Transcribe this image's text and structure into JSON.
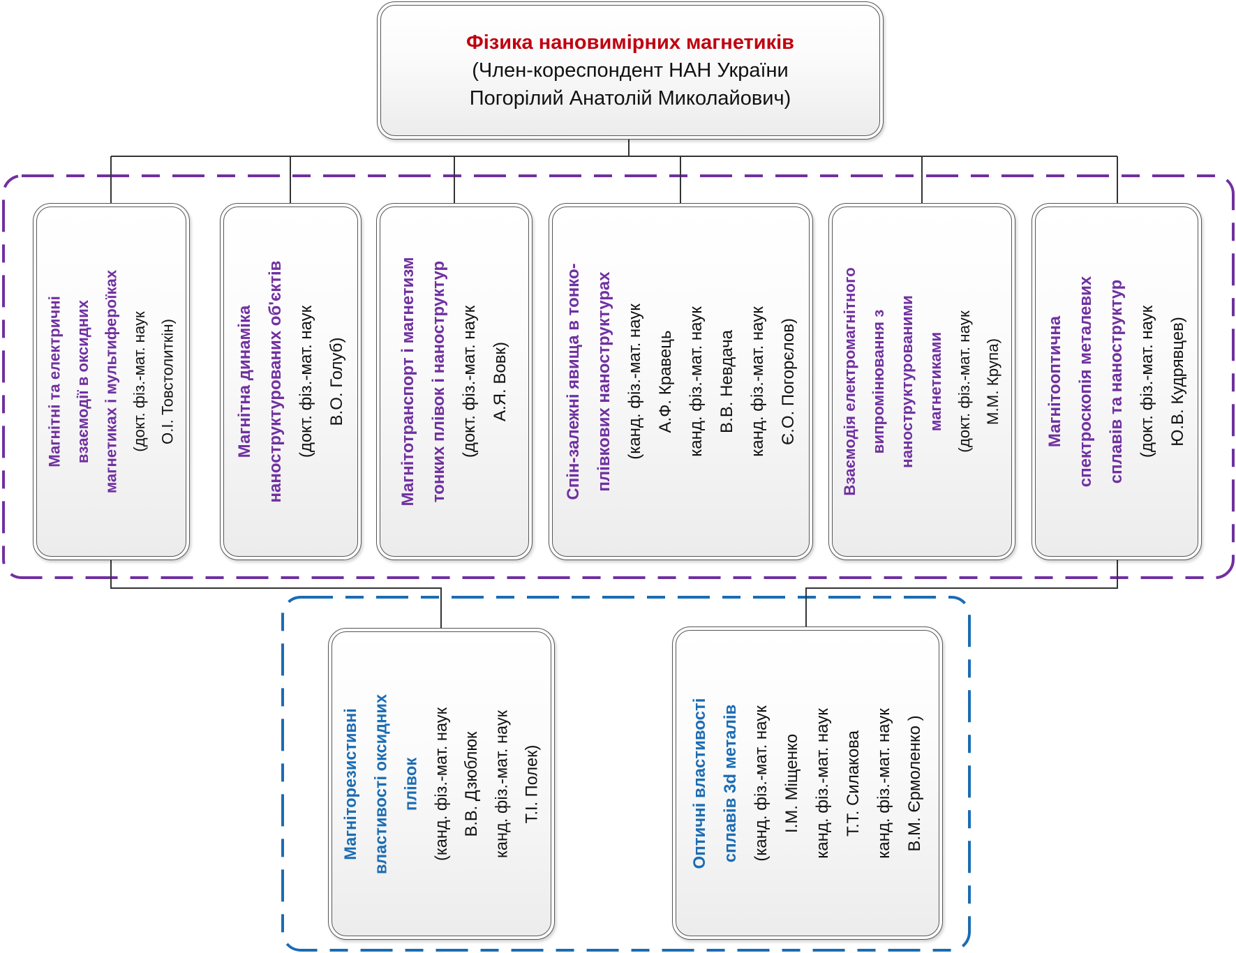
{
  "colors": {
    "root_title": "#C00010",
    "group_top_border": "#7030A0",
    "group_top_title": "#7030A0",
    "group_bottom_border": "#1B6CB3",
    "group_bottom_title": "#1B6CB3",
    "connector": "#333333"
  },
  "root": {
    "title": "Фізика нановимірних магнетиків",
    "line1": "(Член-кореспондент НАН України",
    "line2": "Погорілий Анатолій Миколайович)"
  },
  "top_group": [
    {
      "title_lines": [
        "Магнітні та електричні",
        "взаємодії в оксидних",
        "магнетиках і мультифероїках"
      ],
      "detail_lines": [
        "(докт. фіз.-мат. наук",
        "О.І. Товстолиткін)"
      ]
    },
    {
      "title_lines": [
        "Магнітна динаміка",
        "наноструктурованих об'єктів"
      ],
      "detail_lines": [
        "(докт. фіз.-мат. наук",
        "В.О. Голуб)"
      ]
    },
    {
      "title_lines": [
        "Магнітотранспорт і магнетизм",
        "тонких плівок і наноструктур"
      ],
      "detail_lines": [
        "(докт. фіз.-мат. наук",
        "А.Я.  Вовк)"
      ]
    },
    {
      "title_lines": [
        "Спін-залежні явища в тонко-",
        "плівкових наноструктурах"
      ],
      "detail_lines": [
        "(канд. фіз.-мат. наук",
        "А.Ф. Кравець",
        "канд. фіз.-мат. наук",
        "В.В. Невдача",
        "канд. фіз.-мат. наук",
        "Є.О. Погорєлов)"
      ]
    },
    {
      "title_lines": [
        "Взаємодія електромагнітного",
        "випромінювання з",
        "наноструктурованими",
        "магнетиками"
      ],
      "detail_lines": [
        "(докт. фіз.-мат. наук",
        "М.М. Крупа)"
      ]
    },
    {
      "title_lines": [
        "Магнітооптична",
        "спектроскопія металевих",
        "сплавів та наноструктур"
      ],
      "detail_lines": [
        "(докт. фіз.-мат. наук",
        "Ю.В. Кудрявцев)"
      ]
    }
  ],
  "bottom_group": [
    {
      "title_lines": [
        "Магніторезистивні",
        "властивості оксидних",
        "плівок"
      ],
      "detail_lines": [
        "(канд. фіз.-мат. наук",
        "В.В. Дзюблюк",
        "канд. фіз.-мат. наук",
        "Т.І. Полек)"
      ]
    },
    {
      "title_lines": [
        "Оптичні властивості",
        "сплавів 3d металів"
      ],
      "detail_lines": [
        "(канд. фіз.-мат. наук",
        "І.М. Міщенко",
        "канд. фіз.-мат. наук",
        "Т.Т. Силакова",
        "канд. фіз.-мат. наук",
        "В.М. Єрмоленко )"
      ]
    }
  ]
}
